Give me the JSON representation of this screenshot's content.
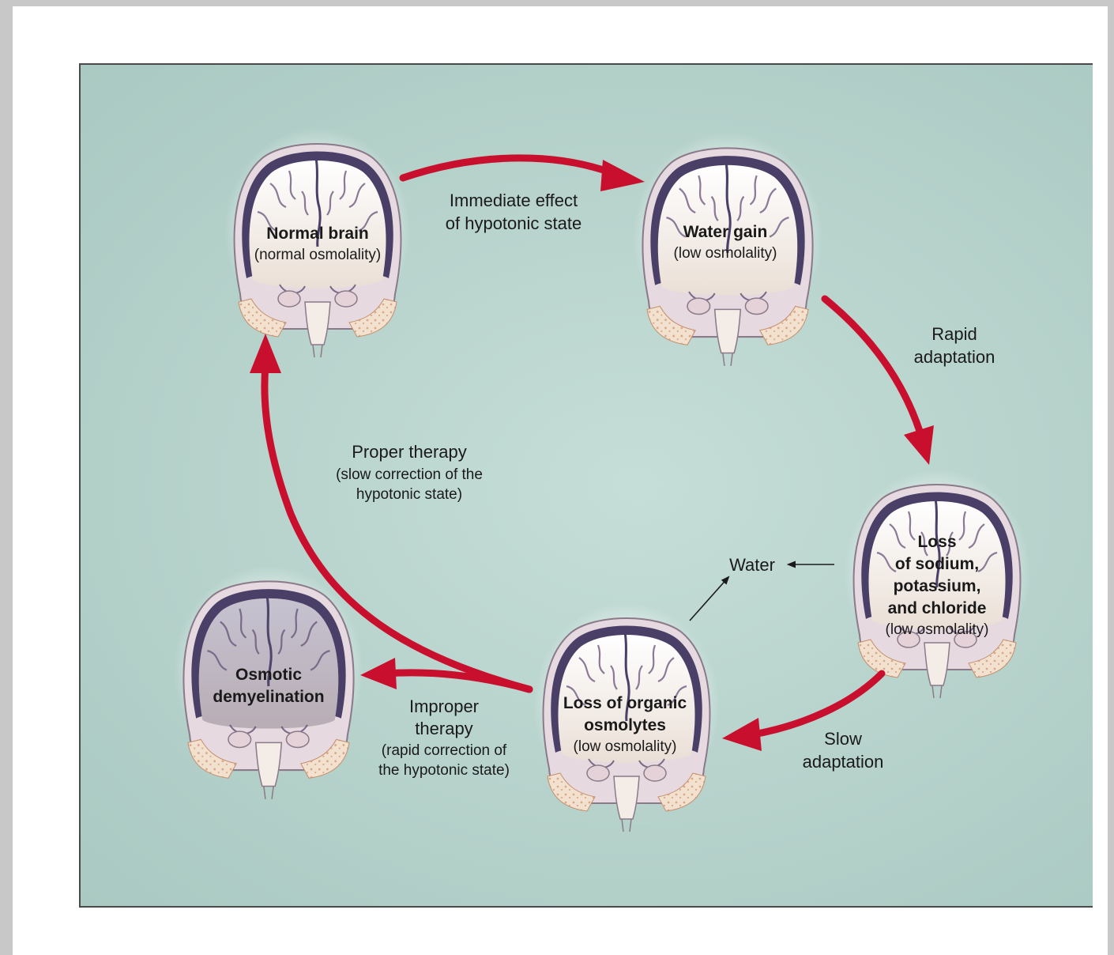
{
  "nodes": {
    "normal": {
      "title": "Normal brain",
      "subtitle": "(normal osmolality)"
    },
    "water_gain": {
      "title": "Water gain",
      "subtitle": "(low osmolality)"
    },
    "loss_electrolytes": {
      "title_lines": [
        "Loss",
        "of sodium,",
        "potassium,",
        "and chloride"
      ],
      "subtitle": "(low osmolality)"
    },
    "loss_organic": {
      "title_lines": [
        "Loss of organic",
        "osmolytes"
      ],
      "subtitle": "(low osmolality)"
    },
    "demyelination": {
      "title_lines": [
        "Osmotic",
        "demyelination"
      ]
    }
  },
  "arrows": {
    "immediate": {
      "lines": [
        "Immediate effect",
        "of hypotonic state"
      ]
    },
    "rapid": {
      "lines": [
        "Rapid",
        "adaptation"
      ]
    },
    "slow": {
      "lines": [
        "Slow",
        "adaptation"
      ]
    },
    "proper": {
      "lines": [
        "Proper therapy",
        "(slow correction of the",
        "hypotonic state)"
      ]
    },
    "improper": {
      "lines": [
        "Improper",
        "therapy",
        "(rapid correction of",
        "the hypotonic state)"
      ]
    },
    "water": {
      "label": "Water"
    }
  },
  "colors": {
    "arrow": "#c8102e",
    "panel": "#b6d2cb",
    "brain_dark": "#4a3f66",
    "brain_tissue": "#f3ebe4",
    "skull": "#f0dcc8"
  }
}
